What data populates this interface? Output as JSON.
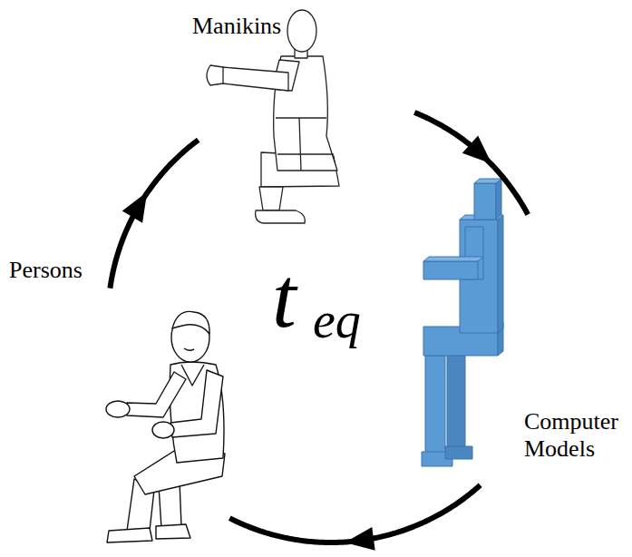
{
  "diagram": {
    "nodes": [
      {
        "text": [
          "Manikins"
        ]
      },
      {
        "text": [
          "Computer Models"
        ]
      },
      {
        "text": [
          "Persons"
        ]
      }
    ],
    "edges": [
      {
        "from": 0,
        "to": 1,
        "arrow": "to"
      },
      {
        "from": 1,
        "to": 2,
        "arrow": "to"
      },
      {
        "from": 2,
        "to": 0,
        "arrow": "to"
      }
    ],
    "labels": [
      "t",
      "eq"
    ]
  }
}
